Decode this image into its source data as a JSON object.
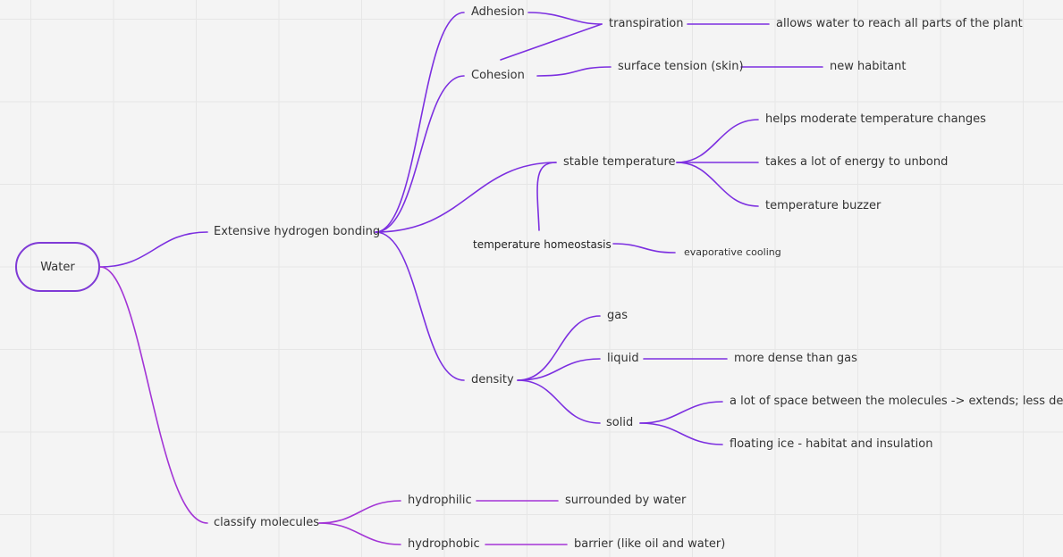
{
  "colors": {
    "branch": "#7c2fe0",
    "branch_light": "#a335d6",
    "root_border": "#7f3ad6",
    "background": "#f4f4f4",
    "grid": "#e6e6e6"
  },
  "mindmap": {
    "root": "Water",
    "nodes": {
      "hydrogen_bonding": "Extensive hydrogen bonding",
      "adhesion": "Adhesion",
      "cohesion": "Cohesion",
      "transpiration": "transpiration",
      "transpiration_child": "allows water to reach all parts of the plant",
      "surface_tension": "surface tension (skin)",
      "new_habitant": "new habitant",
      "stable_temperature": "stable temperature",
      "moderate_temp": "helps moderate temperature changes",
      "energy_unbond": "takes a lot of energy to unbond",
      "temperature_buzzer": "temperature buzzer",
      "temp_homeostasis": "temperature homeostasis",
      "evaporative_cooling": "evaporative cooling",
      "density": "density",
      "gas": "gas",
      "liquid": "liquid",
      "more_dense": "more dense than gas",
      "solid": "solid",
      "space_molecules": "a lot of space between the molecules -> extends; less dense",
      "floating_ice": "floating ice - habitat and insulation",
      "classify": "classify molecules",
      "hydrophilic": "hydrophilic",
      "surrounded": "surrounded by water",
      "hydrophobic": "hydrophobic",
      "barrier": "barrier (like oil and water)"
    }
  }
}
